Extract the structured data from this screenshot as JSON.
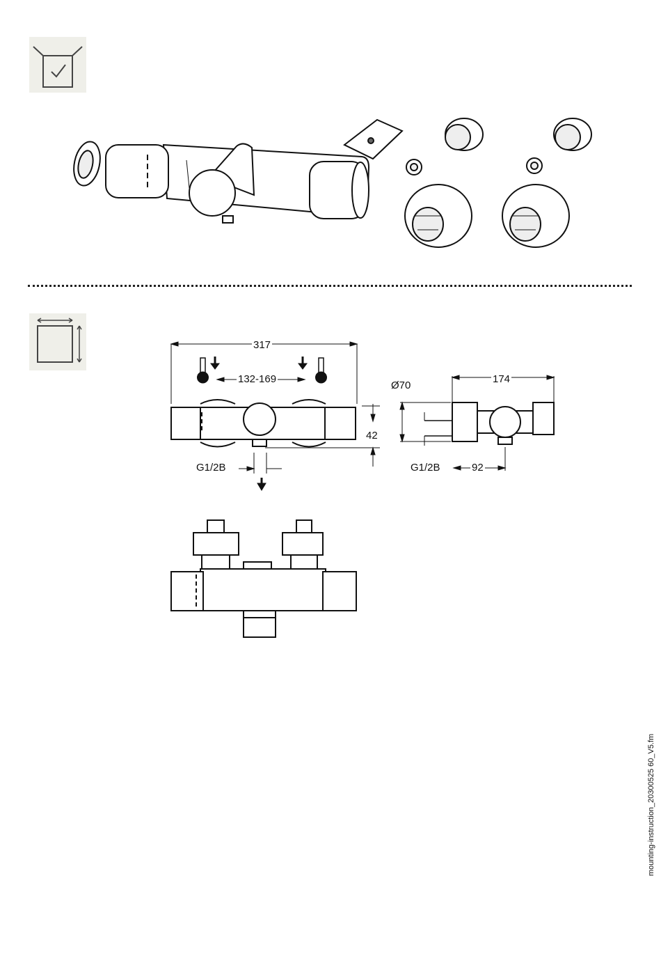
{
  "icons": {
    "scope": "scope-of-delivery-icon",
    "dimensions": "dimensions-icon",
    "thermo_hot": "thermometer-hot-icon",
    "thermo_cold": "thermometer-cold-icon",
    "flow_arrow": "arrow-down-icon"
  },
  "dimensions": {
    "overall_width": "317",
    "inlet_spacing": "132-169",
    "depth": "174",
    "rosette_diameter": "Ø70",
    "height": "42",
    "outlet_thread_front": "G1/2B",
    "outlet_thread_side": "G1/2B",
    "outlet_offset": "92"
  },
  "footer": {
    "doc_ref": "mounting-instruction_20300525 60_V5.fm"
  }
}
